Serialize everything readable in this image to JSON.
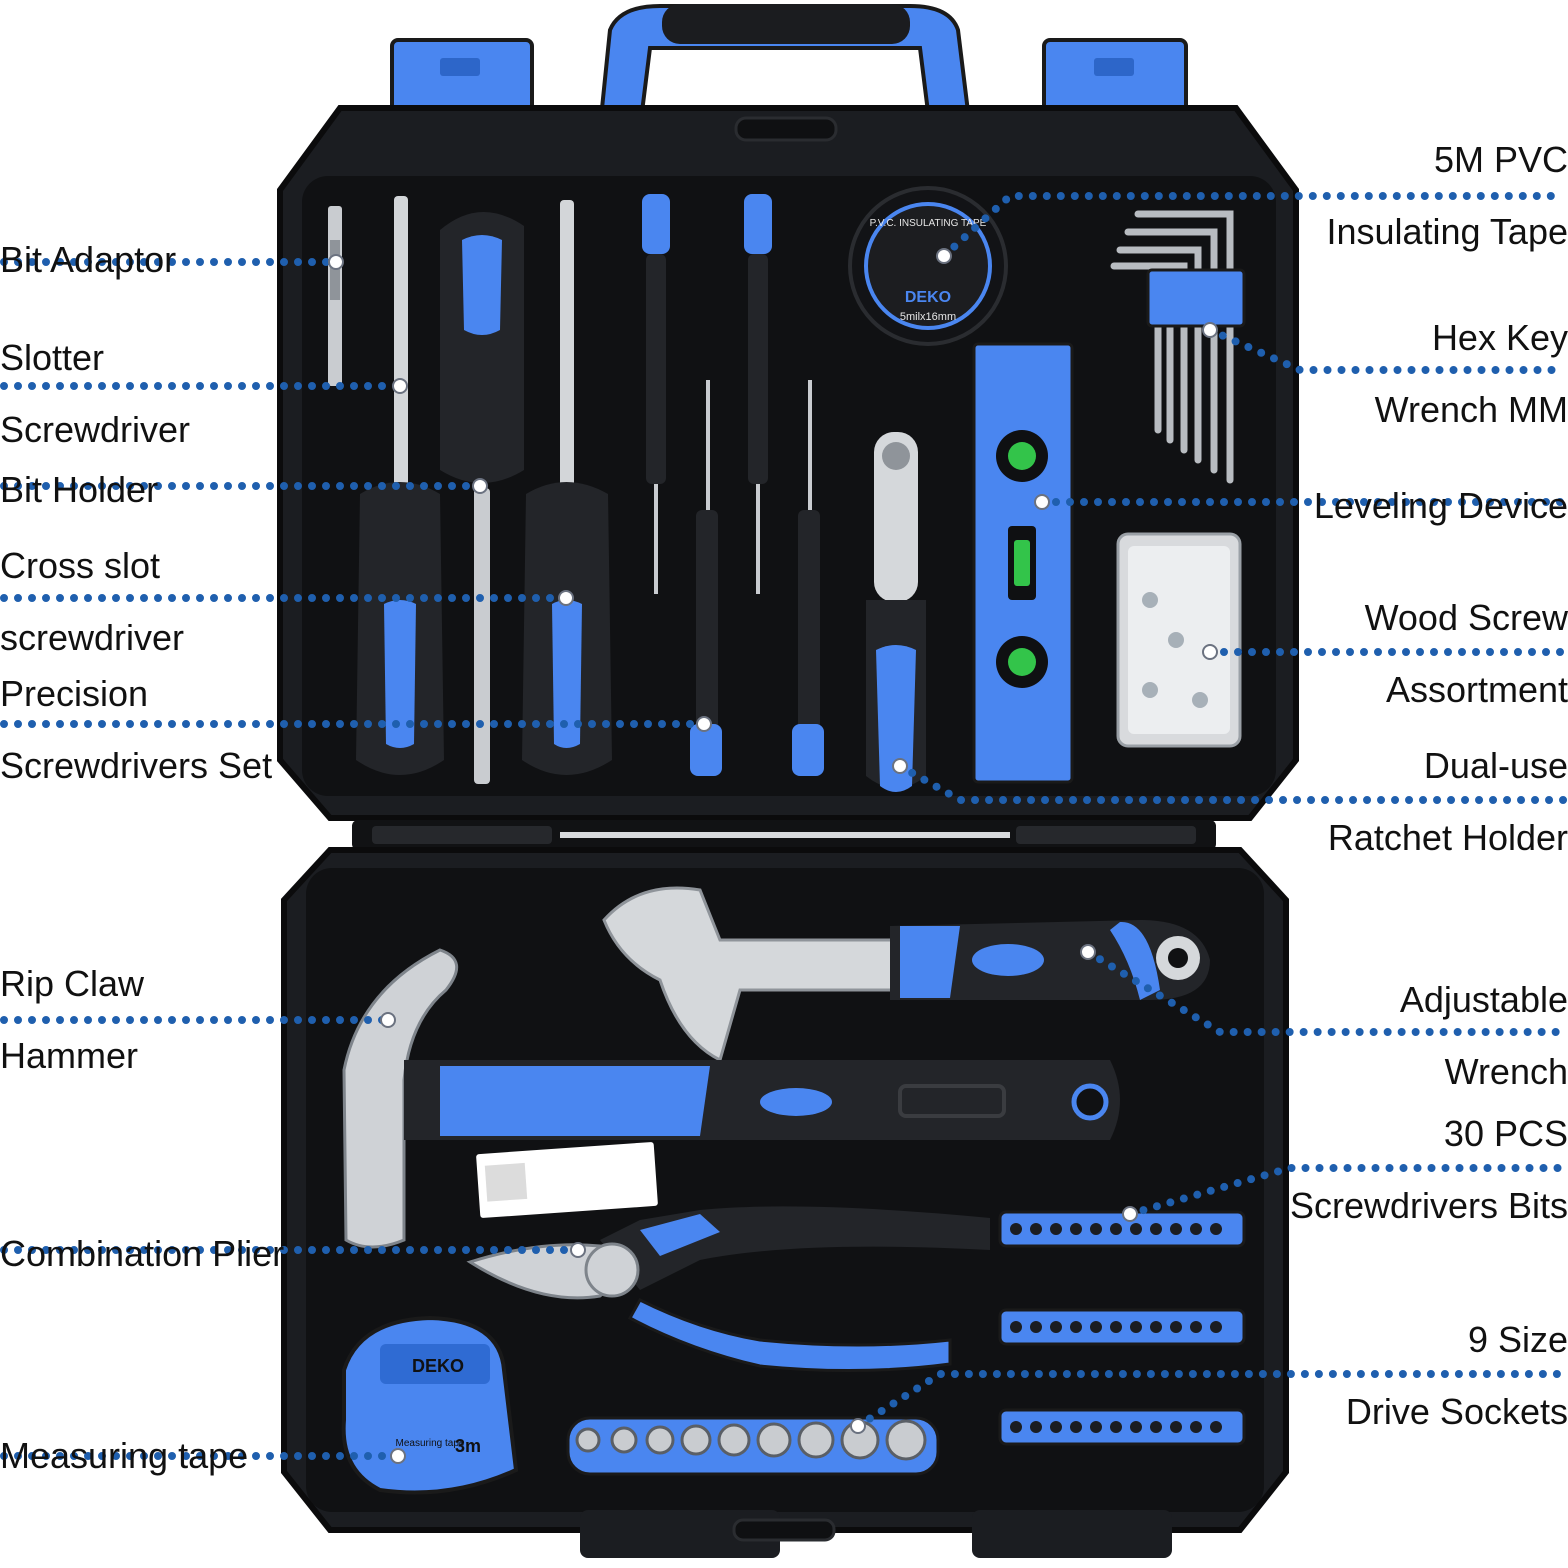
{
  "colors": {
    "accent_blue": "#4a86f0",
    "case_black": "#15171a",
    "leader_dots": "#1f5fae",
    "background": "#ffffff"
  },
  "left_labels": [
    {
      "id": "bit-adaptor",
      "lines": [
        "Bit Adaptor"
      ]
    },
    {
      "id": "slotter-screwdriver",
      "lines": [
        "Slotter",
        "Screwdriver"
      ]
    },
    {
      "id": "bit-holder",
      "lines": [
        "Bit Holder"
      ]
    },
    {
      "id": "cross-slot-screwdriver",
      "lines": [
        "Cross slot",
        "screwdriver"
      ]
    },
    {
      "id": "precision-screwdrivers-set",
      "lines": [
        "Precision",
        "Screwdrivers Set"
      ]
    },
    {
      "id": "rip-claw-hammer",
      "lines": [
        "Rip Claw",
        "Hammer"
      ]
    },
    {
      "id": "combination-plier",
      "lines": [
        "Combination Plier"
      ]
    },
    {
      "id": "measuring-tape",
      "lines": [
        "Measuring tape"
      ]
    }
  ],
  "right_labels": [
    {
      "id": "pvc-insulating-tape",
      "lines": [
        "5M PVC",
        "Insulating Tape"
      ]
    },
    {
      "id": "hex-key-wrench",
      "lines": [
        "Hex Key",
        "Wrench MM"
      ]
    },
    {
      "id": "leveling-device",
      "lines": [
        "Leveling Device"
      ]
    },
    {
      "id": "wood-screw-assortment",
      "lines": [
        "Wood Screw",
        "Assortment"
      ]
    },
    {
      "id": "dual-use-ratchet-holder",
      "lines": [
        "Dual-use",
        "Ratchet Holder"
      ]
    },
    {
      "id": "adjustable-wrench",
      "lines": [
        "Adjustable",
        "Wrench"
      ]
    },
    {
      "id": "screwdriver-bits",
      "lines": [
        "30 PCS",
        "Screwdrivers Bits"
      ]
    },
    {
      "id": "drive-sockets",
      "lines": [
        "9 Size",
        "Drive Sockets"
      ]
    }
  ],
  "brand": {
    "logo_text": "DEKO",
    "tape_ring_text": "P.V.C. INSULATING TAPE",
    "tape_size_text": "5milx16mm",
    "measuring_tape_text": "Measuring tape",
    "measuring_tape_length": "3m"
  }
}
